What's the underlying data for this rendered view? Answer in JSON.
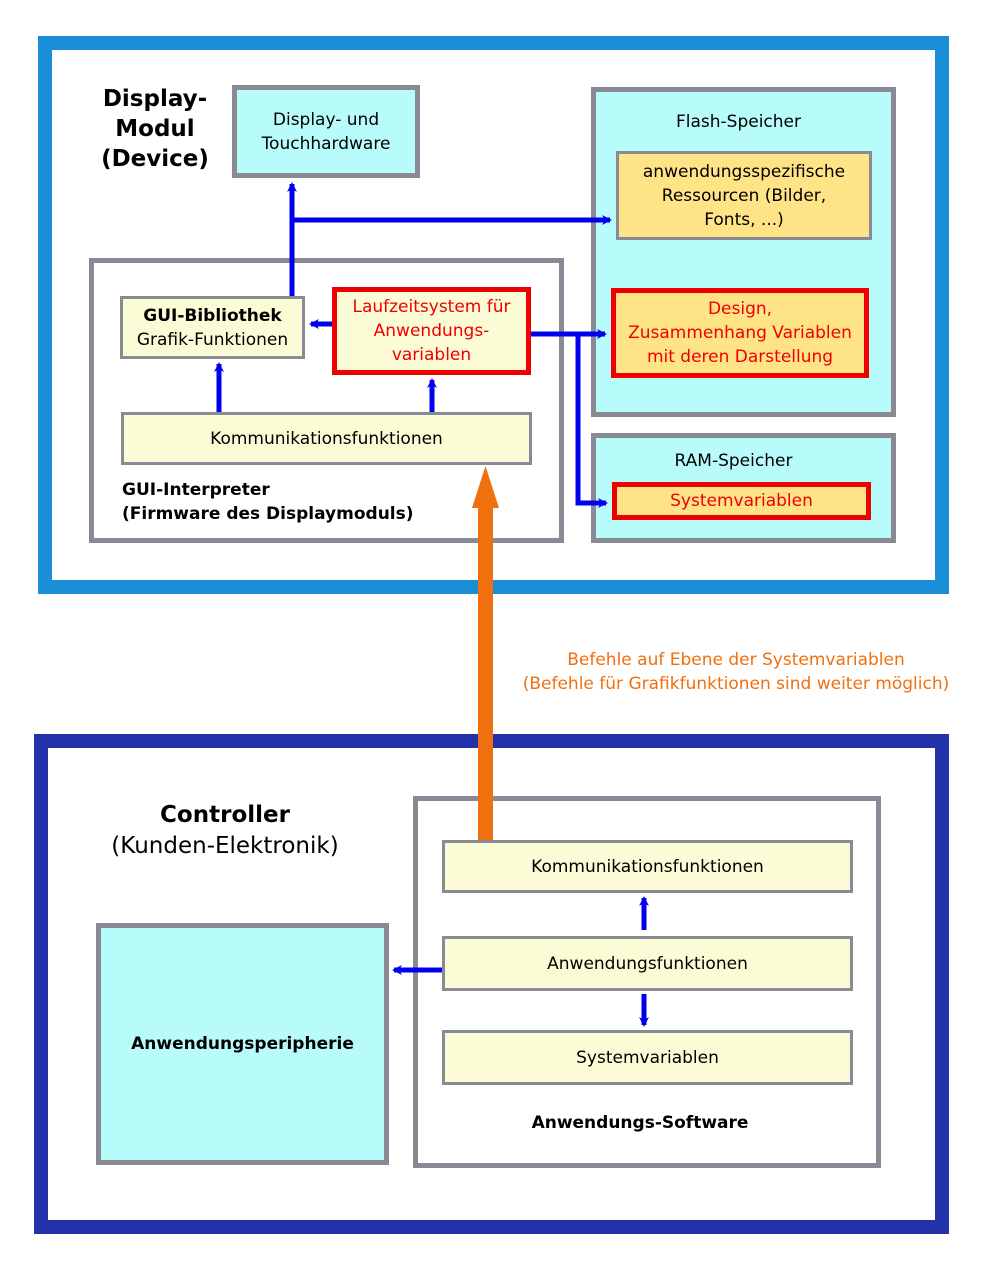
{
  "colors": {
    "device_frame": "#1a8fd8",
    "controller_frame": "#2233aa",
    "box_gray": "#8a8a95",
    "cyan_fill": "#b8fbfb",
    "yellow_fill": "#fbfbd6",
    "orange_fill": "#ffe487",
    "red_accent": "#ee0000",
    "arrow_blue": "#0000ee",
    "arrow_orange": "#f07010",
    "annotation_orange": "#f07010"
  },
  "device": {
    "title_line1": "Display-",
    "title_line2": "Modul",
    "title_line3": "(Device)",
    "display_hw": {
      "line1": "Display- und",
      "line2": "Touchhardware"
    },
    "flash": {
      "label": "Flash-Speicher",
      "resources": {
        "line1": "anwendungsspezifische",
        "line2": "Ressourcen (Bilder,",
        "line3": "Fonts, ...)"
      },
      "design": {
        "line1": "Design,",
        "line2": "Zusammenhang Variablen",
        "line3": "mit deren Darstellung"
      }
    },
    "ram": {
      "label": "RAM-Speicher",
      "sysvars": "Systemvariablen"
    },
    "interpreter": {
      "gui_lib": {
        "line1": "GUI-Bibliothek",
        "line2": "Grafik-Funktionen"
      },
      "runtime": {
        "line1": "Laufzeitsystem für",
        "line2": "Anwendungs-",
        "line3": "variablen"
      },
      "comm": "Kommunikationsfunktionen",
      "caption_line1": "GUI-Interpreter",
      "caption_line2": "(Firmware des Displaymoduls)"
    }
  },
  "annotation": {
    "line1": "Befehle auf Ebene  der Systemvariablen",
    "line2": "(Befehle für Grafikfunktionen sind weiter möglich)"
  },
  "controller": {
    "title": "Controller",
    "subtitle": "(Kunden-Elektronik)",
    "peripherie": "Anwendungsperipherie",
    "software": {
      "comm": "Kommunikationsfunktionen",
      "app_funcs": "Anwendungsfunktionen",
      "sysvars": "Systemvariablen",
      "caption": "Anwendungs-Software"
    }
  }
}
